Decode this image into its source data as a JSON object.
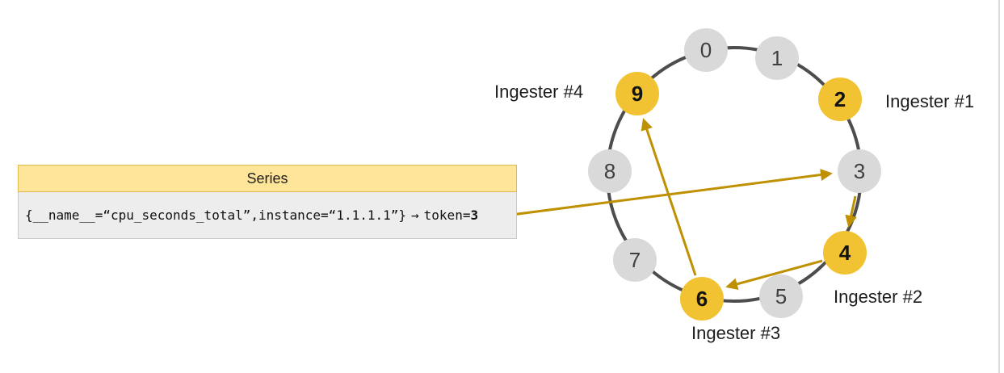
{
  "series_box": {
    "title": "Series",
    "expression": "{__name__=“cpu_seconds_total”,instance=“1.1.1.1”}",
    "mapping_arrow": "→",
    "token_prefix": "token=",
    "token_value": "3"
  },
  "ring": {
    "nodes": [
      {
        "label": "0",
        "kind": "slot"
      },
      {
        "label": "1",
        "kind": "slot"
      },
      {
        "label": "2",
        "kind": "token"
      },
      {
        "label": "3",
        "kind": "slot"
      },
      {
        "label": "4",
        "kind": "token"
      },
      {
        "label": "5",
        "kind": "slot"
      },
      {
        "label": "6",
        "kind": "token"
      },
      {
        "label": "7",
        "kind": "slot"
      },
      {
        "label": "8",
        "kind": "slot"
      },
      {
        "label": "9",
        "kind": "token"
      }
    ]
  },
  "ingester_labels": [
    {
      "label": "Ingester #1"
    },
    {
      "label": "Ingester #2"
    },
    {
      "label": "Ingester #3"
    },
    {
      "label": "Ingester #4"
    }
  ],
  "colors": {
    "token_fill": "#F1C232",
    "slot_fill": "#D9D9D9",
    "ring_stroke": "#4D4D4D",
    "arrow": "#BF9000",
    "series_header_bg": "#FFE599",
    "series_header_border": "#DEB94F",
    "series_body_bg": "#EDEDED",
    "series_body_border": "#C9C9C9"
  }
}
